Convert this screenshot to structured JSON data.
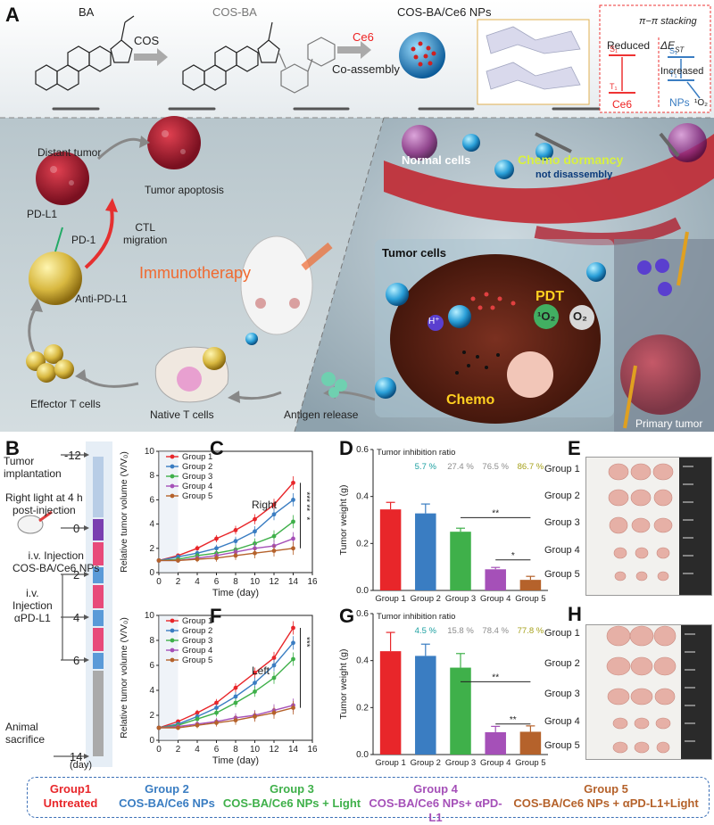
{
  "panels": {
    "A": "A",
    "B": "B",
    "C": "C",
    "D": "D",
    "E": "E",
    "F": "F",
    "G": "G",
    "H": "H"
  },
  "schematic": {
    "ba": "BA",
    "cos_ba": "COS-BA",
    "cos_ba_ce6_nps": "COS-BA/Ce6 NPs",
    "cos": "COS",
    "ce6": "Ce6",
    "co_assembly": "Co-assembly",
    "pi_stacking": "π−π stacking",
    "reduced": "Reduced",
    "delta_est": "ΔE",
    "delta_est_sub": "ST",
    "increased": "Increased",
    "s1": "S₁",
    "t1": "T₁",
    "ce6_label": "Ce6",
    "nps_label": "NPs",
    "singlet_o2": "¹O₂",
    "distant_tumor": "Distant tumor",
    "tumor_apoptosis": "Tumor apoptosis",
    "pd_l1": "PD-L1",
    "pd_1": "PD-1",
    "ctl_migration": "CTL\nmigration",
    "anti_pd_l1": "Anti-PD-L1",
    "immunotherapy": "Immunotherapy",
    "effector_t_cells": "Effector T cells",
    "native_t_cells": "Native T cells",
    "antigen_release": "Antigen release",
    "normal_cells": "Normal cells",
    "chemo_dormancy": "Chemo dormancy",
    "not_disassembly": "not disassembly",
    "tumor_cells": "Tumor cells",
    "pdt": "PDT",
    "o2_singlet": "¹O₂",
    "o2": "O₂",
    "h_plus": "H⁺",
    "chemo": "Chemo",
    "primary_tumor": "Primary tumor"
  },
  "timeline": {
    "events": [
      {
        "day": "-12",
        "label": "Tumor\nimplantation"
      },
      {
        "day": "0",
        "label": "Right light at 4 h\npost-injection"
      },
      {
        "day": "",
        "label": "i.v. Injection\nCOS-BA/Ce6 NPs"
      },
      {
        "day": "2",
        "label": ""
      },
      {
        "day": "4",
        "label": "i.v.\nInjection\nαPD-L1"
      },
      {
        "day": "6",
        "label": ""
      },
      {
        "day": "14",
        "label": "Animal\nsacrifice"
      }
    ],
    "unit": "(day)"
  },
  "colors": {
    "group1": "#e8262a",
    "group2": "#3a7dc2",
    "group3": "#3fb04a",
    "group4": "#a550b8",
    "group5": "#b5622b",
    "inhib2": "#1a9fa0",
    "inhib3": "#8c8c8c",
    "inhib4": "#8c8c8c",
    "inhib5": "#a6a11b"
  },
  "chart_data": [
    {
      "id": "C",
      "type": "line",
      "title": "",
      "annotation": "Right",
      "xlabel": "Time (day)",
      "ylabel": "Relative tumor volume (V/V₀)",
      "xlim": [
        0,
        16
      ],
      "ylim": [
        0,
        10
      ],
      "xticks": [
        0,
        2,
        4,
        6,
        8,
        10,
        12,
        14,
        16
      ],
      "yticks": [
        0,
        2,
        4,
        6,
        8,
        10
      ],
      "x": [
        0,
        2,
        4,
        6,
        8,
        10,
        12,
        14
      ],
      "series": [
        {
          "name": "Group 1",
          "values": [
            1.0,
            1.4,
            2.0,
            2.8,
            3.5,
            4.4,
            5.6,
            7.4
          ]
        },
        {
          "name": "Group 2",
          "values": [
            1.0,
            1.3,
            1.6,
            2.0,
            2.6,
            3.4,
            4.8,
            6.0
          ]
        },
        {
          "name": "Group 3",
          "values": [
            1.0,
            1.1,
            1.4,
            1.6,
            1.9,
            2.4,
            3.0,
            4.2
          ]
        },
        {
          "name": "Group 4",
          "values": [
            1.0,
            1.0,
            1.2,
            1.4,
            1.7,
            2.0,
            2.2,
            2.8
          ]
        },
        {
          "name": "Group 5",
          "values": [
            1.0,
            1.0,
            1.1,
            1.2,
            1.4,
            1.6,
            1.8,
            2.0
          ]
        }
      ],
      "significance": [
        "***",
        "**",
        "*"
      ]
    },
    {
      "id": "F",
      "type": "line",
      "title": "",
      "annotation": "Left",
      "xlabel": "Time (day)",
      "ylabel": "Relative tumor volume (V/V₀)",
      "xlim": [
        0,
        16
      ],
      "ylim": [
        0,
        10
      ],
      "xticks": [
        0,
        2,
        4,
        6,
        8,
        10,
        12,
        14,
        16
      ],
      "yticks": [
        0,
        2,
        4,
        6,
        8,
        10
      ],
      "x": [
        0,
        2,
        4,
        6,
        8,
        10,
        12,
        14
      ],
      "series": [
        {
          "name": "Group 1",
          "values": [
            1.0,
            1.5,
            2.2,
            3.0,
            4.2,
            5.4,
            6.6,
            9.0
          ]
        },
        {
          "name": "Group 2",
          "values": [
            1.0,
            1.3,
            1.9,
            2.6,
            3.5,
            4.6,
            6.0,
            7.8
          ]
        },
        {
          "name": "Group 3",
          "values": [
            1.0,
            1.2,
            1.7,
            2.2,
            3.0,
            3.9,
            5.0,
            6.5
          ]
        },
        {
          "name": "Group 4",
          "values": [
            1.0,
            1.1,
            1.3,
            1.5,
            1.8,
            2.0,
            2.4,
            2.8
          ]
        },
        {
          "name": "Group 5",
          "values": [
            1.0,
            1.0,
            1.2,
            1.4,
            1.6,
            1.9,
            2.2,
            2.6
          ]
        }
      ],
      "significance": [
        "***"
      ]
    },
    {
      "id": "D",
      "type": "bar",
      "ylabel": "Tumor  weight (g)",
      "ylim": [
        0,
        0.6
      ],
      "yticks": [
        0.0,
        0.2,
        0.4,
        0.6
      ],
      "categories": [
        "Group 1",
        "Group 2",
        "Group 3",
        "Group 4",
        "Group 5"
      ],
      "values": [
        0.345,
        0.328,
        0.25,
        0.09,
        0.045
      ],
      "errors": [
        0.03,
        0.04,
        0.015,
        0.008,
        0.015
      ],
      "inhibition_label": "Tumor inhibition ratio",
      "inhibition": [
        "",
        "5.7 %",
        "27.4 %",
        "76.5 %",
        "86.7 %"
      ],
      "significance": [
        "**",
        "*"
      ]
    },
    {
      "id": "G",
      "type": "bar",
      "ylabel": "Tumor  weight (g)",
      "ylim": [
        0,
        0.6
      ],
      "yticks": [
        0.0,
        0.2,
        0.4,
        0.6
      ],
      "categories": [
        "Group 1",
        "Group 2",
        "Group 3",
        "Group 4",
        "Group 5"
      ],
      "values": [
        0.44,
        0.42,
        0.37,
        0.095,
        0.097
      ],
      "errors": [
        0.08,
        0.05,
        0.06,
        0.025,
        0.025
      ],
      "inhibition_label": "Tumor inhibition ratio",
      "inhibition": [
        "",
        "4.5 %",
        "15.8 %",
        "78.4 %",
        "77.8 %"
      ],
      "significance": [
        "**",
        "**"
      ]
    }
  ],
  "photos": {
    "rows": [
      "Group 1",
      "Group 2",
      "Group 3",
      "Group 4",
      "Group 5"
    ]
  },
  "legend": [
    {
      "title": "Group1",
      "desc": "Untreated"
    },
    {
      "title": "Group 2",
      "desc": "COS-BA/Ce6 NPs"
    },
    {
      "title": "Group 3",
      "desc": "COS-BA/Ce6 NPs + Light"
    },
    {
      "title": "Group 4",
      "desc": "COS-BA/Ce6 NPs+ αPD-L1"
    },
    {
      "title": "Group 5",
      "desc": "COS-BA/Ce6 NPs + αPD-L1+Light"
    }
  ]
}
